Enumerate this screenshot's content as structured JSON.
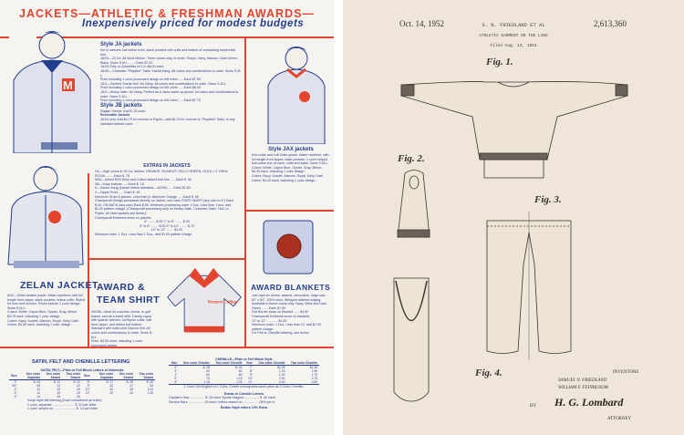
{
  "catalog": {
    "title": "JACKETS—ATHLETIC & FRESHMAN AWARDS—",
    "subtitle": "Inexpensively priced for modest budgets",
    "colors": {
      "red": "#e2442e",
      "blue": "#233e8c",
      "paper": "#f6f4f1"
    },
    "style_ja": {
      "heading": "Style JA jackets",
      "lines": [
        "Set in sleeves, hat button front, slash pockets with cuffs and bottom of contrasting striped knit trim.",
        "JA/24—24 Oz. All Wool Melton. Three colors only, to order: Purple, Navy, Maroon, Dark Green, Black. Sizes S-M-L ........Each $7.00",
        "JA/24 Only. In Quantities of 1-6, $8.00 each",
        "JA/3K—Celanese \"Playfield\" Satin. Kasha lining. All colors and combinations to order. Sizes S-M-L.",
        "Price including 1 color processed design on left chest ......Each $7.50",
        "JA/1—Suntrex Suede twill. No lining. All colors and combinations to order. Sizes S-M-L.",
        "Price including 1 color processed design on left chest ......Each $8.00",
        "JA/2—Heavy satin. No lining. Perfect as a dress warm-up jacket. All colors and combinations to order. Sizes S-M-L.",
        "Price including 1 color processed design on left chest ......Each $7.75"
      ]
    },
    "style_jb": {
      "heading": "Style JB jackets",
      "line": "Raglan Sleeve. Add $ .25 each.",
      "reversible": "Reversible Jackets",
      "rev_line": "JA/24 only. Add $4.75 for reverse to Poplin—add $4.75 for reverse to \"Playfield\" Satin, in any standard athletic color."
    },
    "extras": {
      "heading": "EXTRAS IN JACKETS",
      "lines": [
        "HC—High colors in 30 Oz. Melton: ORANGE, SCARLET, KELLY GREEN, GOLD, LT. GRAY, ROYAL ........Each $ .75",
        "W30—Mixed 50% Wool and Cotton striped knit trim ......Each $ .50",
        "SB—Snap buttons ......Each $ .15",
        "K—Kasha lining (except where standard—JA/3/K) ......Each $1.50",
        "Z—Zipper Front ......Each $ .45",
        "Minimum Order 6 jackets. Less than 6, Minimum Charge ......Each $ .50",
        "Champcraft Design processed directly on Jacket, one color OVER HEART (any size to 6\") Each $.25. ON BACK (any size) Each $.50. Minimum processing order 1 Doz. Less than 1 doz. add $1.00 pattern charge. (Champcraft processing only on Heavy Satin, Celanese Satin, Twill, or Poplin. All other jackets see below.)",
        "Champcraft Emblems sewn on jackets:",
        "4\" ........ $.35     7\" to 8\" ........ $.00",
        "5\" to 6\" ........ $.50     9\" to 10\" ........ $.70",
        "12\" to 13\" ........ $1.00",
        "Minimum order. 1 Doz. Less than 1 Doz., add $1.00 pattern charge."
      ]
    },
    "jax": {
      "heading": "Style JAX jackets",
      "lines": [
        "Knit collar and cuff Zelan jacket. Water repellent, with full length front zipper, slash pockets, 2-color striped knit cotton trim at neck, cuffs and waist. Sizes S-M-L.",
        "Colors: White, Capon Blue, Oyster, Gray, Melon: $4.35 each, including 1 color design.",
        "Colors: Navy, Scarlet, Maroon, Royal, Kelly, Dark Green: $4.40 each, including 1 color design."
      ]
    },
    "zelan": {
      "heading": "ZELAN JACKET",
      "lines": [
        "AXX—Zelan treated poplin. Water repellent, with full length front zipper, slash pockets, button cuffs. Styled for men and women. Prices include 1 color design. Sizes S-M-L.",
        "Colors: White, Capon Blue, Oyster, Gray, Melon: $3.75 each, including 1 color design.",
        "Colors: Navy, Scarlet, Maroon, Royal, Kelly, Dark Green: $3.90 each, including 1 color design."
      ]
    },
    "team_shirt": {
      "heading1": "AWARD &",
      "heading2": "TEAM SHIRT",
      "chest": "Western College",
      "lines": [
        "WZ/56—Ideal for coaches, tennis, or golf teams, and as a travel shirt. Dressy rayon with quarter sleeves, full Byron collar, half front zipper, and ribbed knit bottom. Standard with solid color Dacron trim. All colors and combinations to order. Sizes S-M-L.",
        "Price: $3.00 each, including 1 color processed design."
      ]
    },
    "blankets": {
      "heading": "AWARD BLANKETS",
      "lines": [
        "Just right for dorms, awards, decoration, large size, 62\" x 84\", 100% wool. Whipped stitched edging. Available in these colors only: Navy, Wine and Dark Green ........Each $7.00",
        "Felt Border sewn on Blanket ...... $4.00",
        "Champcraft Emblems sewn on blankets.",
        "12\" to 13\" ............ $1.50",
        "Minimum order: 1 Doz. Less than 12, add $1.00 pattern charge.",
        "For Felt or Chenille lettering, see below."
      ]
    },
    "lettering": {
      "heading": "SATIN, FELT AND CHENILLE LETTERING",
      "satin_heading": "SATIN, FELT—Plain or Full Block Letters or Numerals",
      "satin_cols": [
        "Size",
        "One color Separate",
        "One color Sewed",
        "Two color Sewed",
        "Size",
        "One color Separate",
        "One color Sewed",
        "Two color Sewed"
      ],
      "satin_rows": [
        [
          "3\"",
          "$ .03",
          "$ .11",
          "$ .22",
          "8\"",
          "$ .17",
          "$ .25",
          "$ .33"
        ],
        [
          "3½\"",
          ".05",
          ".13",
          ".22",
          "9\"",
          ".20",
          ".27",
          ".34"
        ],
        [
          "4\"",
          ".10",
          ".15",
          ".25",
          "10\"",
          ".25",
          ".35",
          "1.00"
        ],
        [
          "5\"",
          ".12",
          ".15",
          ".25",
          "12\"",
          ".32",
          ".40",
          "1.35"
        ],
        [
          "6\"",
          ".14",
          ".18",
          ".40",
          "",
          "",
          "",
          ""
        ]
      ],
      "satin_notes": [
        "Script style felt lettering (Each considered as letter):",
        "1 color, separate ........................ $ .10 per letter",
        "1 color, sewed on ........................ $ .14 per letter"
      ],
      "chenille_heading": "CHENILLE—Plain or Full Block Style",
      "chenille_cols": [
        "Size",
        "One color Chenille",
        "Two color Chenille",
        "Size",
        "One color Chenille",
        "Two color Chenille"
      ],
      "chenille_rows": [
        [
          "2\"",
          "$ .28",
          "$ .40",
          "7\"",
          "$1.25",
          "$1.35"
        ],
        [
          "3\"",
          ".40",
          ".50",
          "8\"",
          "1.25",
          "1.50"
        ],
        [
          "4\"",
          ".50",
          ".60",
          "9\"",
          "1.40",
          "1.75"
        ],
        [
          "5\"",
          ".75",
          "1.15",
          "10\"",
          "2.00",
          "2.75"
        ],
        [
          "6\"",
          "1.15",
          "1.25",
          "12\"",
          "3.00",
          "3.50"
        ]
      ],
      "chenille_note": "1 Color Old English or 1 Color, 2 letter monograms same price as 2 Color Chenille.",
      "extras_heading": "Extras in Chenille Letters",
      "extras": [
        "Captain's Star ................ $ .35 each    Sports Insignia ................ $ .40 each",
        "Service Bars ................ .15 each    Letters sewed on ................ .05% per lt."
      ],
      "bolton": "Bolton Style letters 10% Extra"
    }
  },
  "patent": {
    "colors": {
      "paper": "#efe6d9",
      "ink": "#3a3530"
    },
    "date": "Oct. 14, 1952",
    "inventor_header": "S. N. FRIEDLAND ET AL",
    "number": "2,613,360",
    "title": "ATHLETIC GARMENT OR THE LIKE",
    "filed": "Filed Aug. 13, 1951",
    "figures": [
      "Fig. 1.",
      "Fig. 2.",
      "Fig. 3.",
      "Fig. 4."
    ],
    "inventors_label": "INVENTORS",
    "inventors": [
      "SAMUEL N. FRIEDLAND",
      "WILLIAM F. FEINBLOOM"
    ],
    "by": "BY",
    "attorney_signature": "H. G. Lombard",
    "attorney_label": "ATTORNEY"
  }
}
